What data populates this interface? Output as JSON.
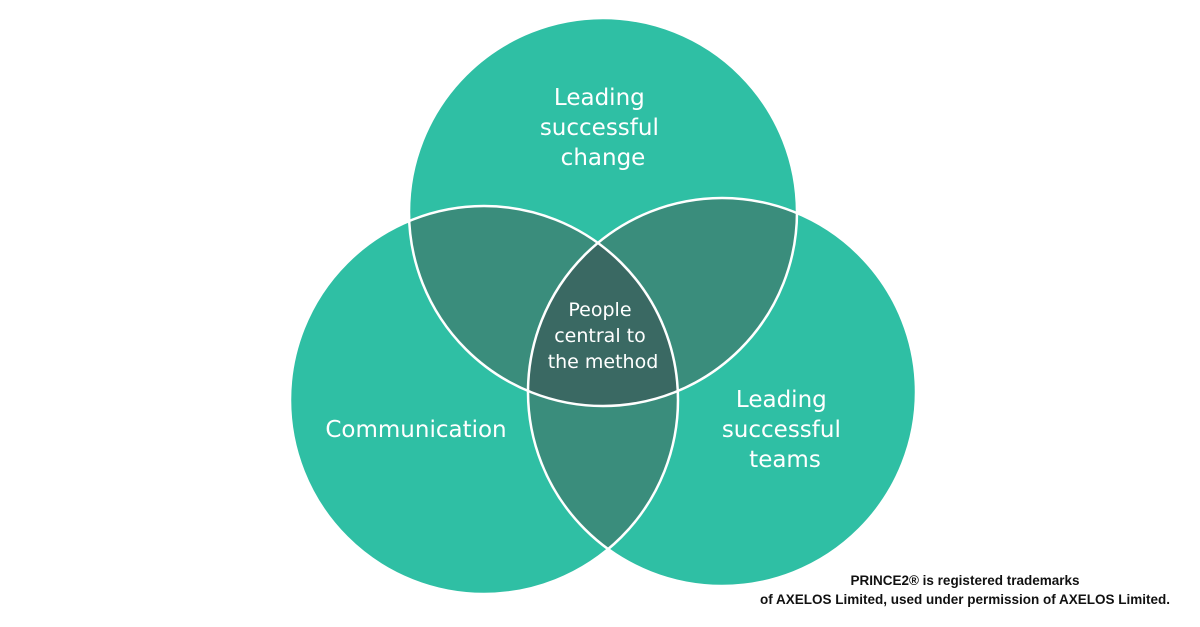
{
  "colors": {
    "circle": "#2fbfa4",
    "pair_overlap": "#3a8d7c",
    "triple_overlap": "#3a6963",
    "stroke": "#ffffff"
  },
  "circles": {
    "top": {
      "lines": [
        "Leading",
        "successful",
        "change"
      ]
    },
    "left": {
      "lines": [
        "Communication"
      ]
    },
    "right": {
      "lines": [
        "Leading",
        "successful",
        "teams"
      ]
    }
  },
  "center": {
    "lines": [
      "People",
      "central to",
      "the method"
    ]
  },
  "footer": {
    "line1": "PRINCE2® is registered trademarks",
    "line2": "of AXELOS Limited, used under permission of AXELOS Limited."
  }
}
